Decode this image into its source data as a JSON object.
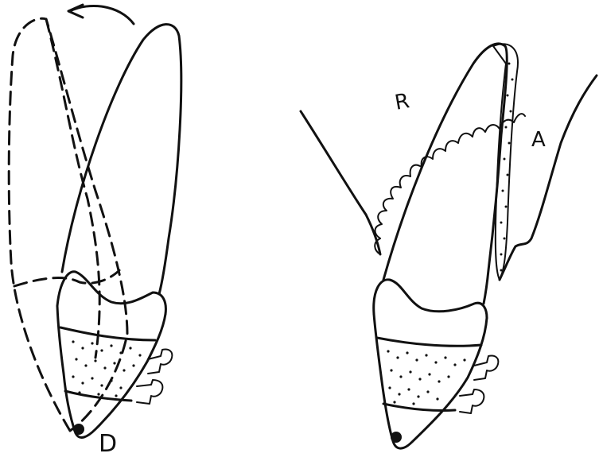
{
  "figure": {
    "labels": {
      "left_tooth": "D",
      "right_gum_labial": "R",
      "right_gum_lingual": "A"
    }
  }
}
